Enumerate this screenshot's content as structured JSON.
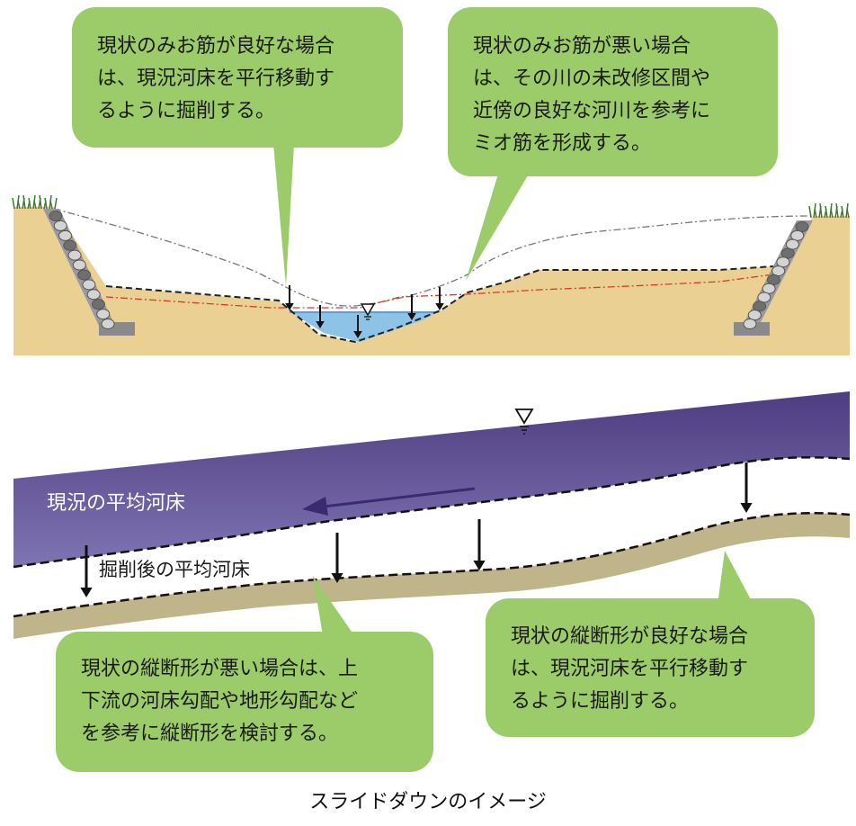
{
  "callouts": {
    "top_left": [
      "現状のみお筋が良好な場合",
      "は、現況河床を平行移動す",
      "るように掘削する。"
    ],
    "top_right": [
      "現状のみお筋が悪い場合",
      "は、その川の未改修区間や",
      "近傍の良好な河川を参考に",
      "ミオ筋を形成する。"
    ],
    "bottom_left": [
      "現状の縦断形が悪い場合は、上",
      "下流の河床勾配や地形勾配など",
      "を参考に縦断形を検討する。"
    ],
    "bottom_right": [
      "現状の縦断形が良好な場合",
      "は、現況河床を平行移動す",
      "るように掘削する。"
    ]
  },
  "labels": {
    "current_bed": "現況の平均河床",
    "excavated_bed": "掘削後の平均河床"
  },
  "caption": "スライドダウンのイメージ",
  "colors": {
    "callout_green": "#9ccc6a",
    "sand": "#ead193",
    "water": "#8ec3e8",
    "river_purple": "#5c4a8e",
    "bed_tan": "#bfb48a"
  }
}
